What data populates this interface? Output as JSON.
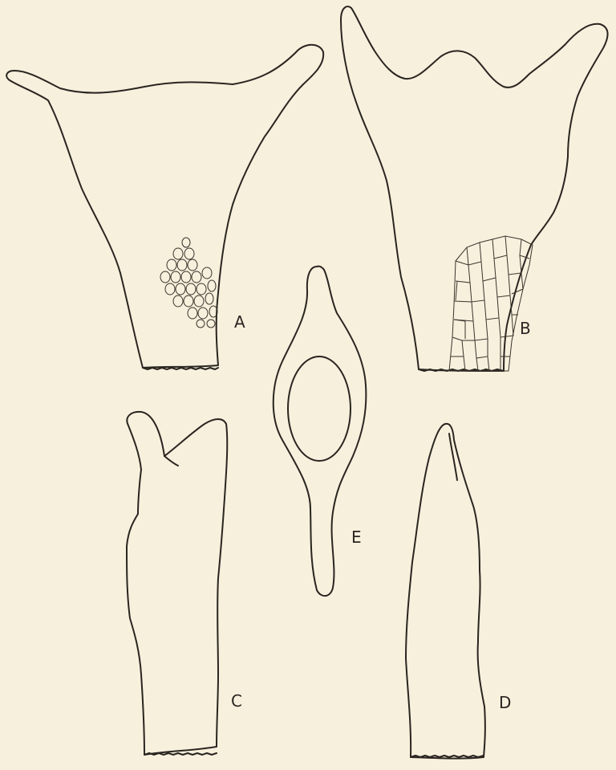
{
  "labels": {
    "a": "A",
    "b": "B",
    "c": "C",
    "d": "D",
    "e": "E"
  },
  "colors": {
    "paper": "#f7f0dd",
    "ink": "#2a2520"
  }
}
